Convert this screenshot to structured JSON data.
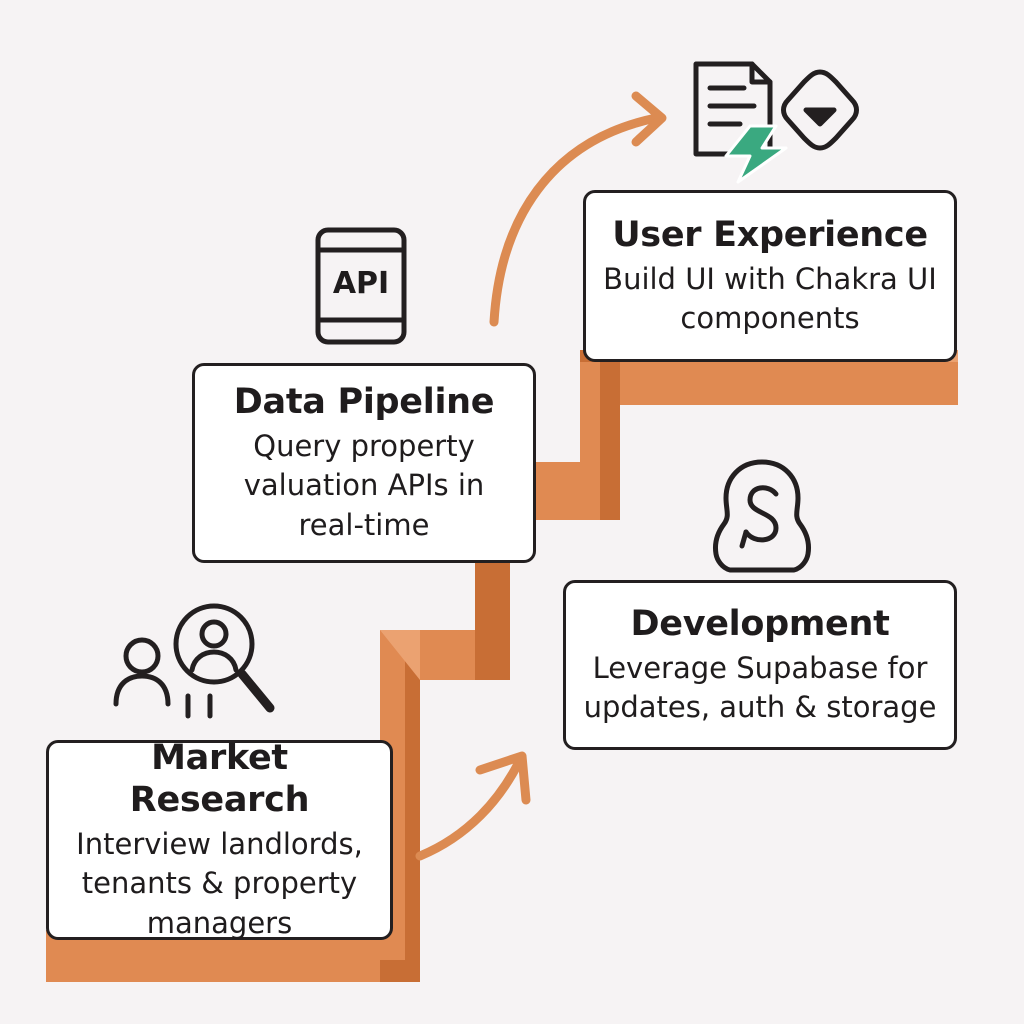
{
  "steps": [
    {
      "title": "Market Research",
      "description": "Interview landlords, tenants & property managers",
      "icon": "people-search-icon"
    },
    {
      "title": "Data Pipeline",
      "description": "Query property valuation APIs in real-time",
      "icon": "api-device-icon",
      "icon_label": "API"
    },
    {
      "title": "Development",
      "description": "Leverage Supabase for updates, auth & storage",
      "icon": "supabase-logo-icon"
    },
    {
      "title": "User Experience",
      "description": "Build UI with Chakra UI components",
      "icon": "document-bolt-diamond-icon"
    }
  ],
  "colors": {
    "background": "#f6f3f4",
    "stair_front": "#e08a52",
    "stair_top": "#eba271",
    "stair_side": "#c86e35",
    "arrow": "#dc8b52",
    "outline": "#231f20",
    "bolt": "#3aa980",
    "card_fill": "#ffffff"
  }
}
